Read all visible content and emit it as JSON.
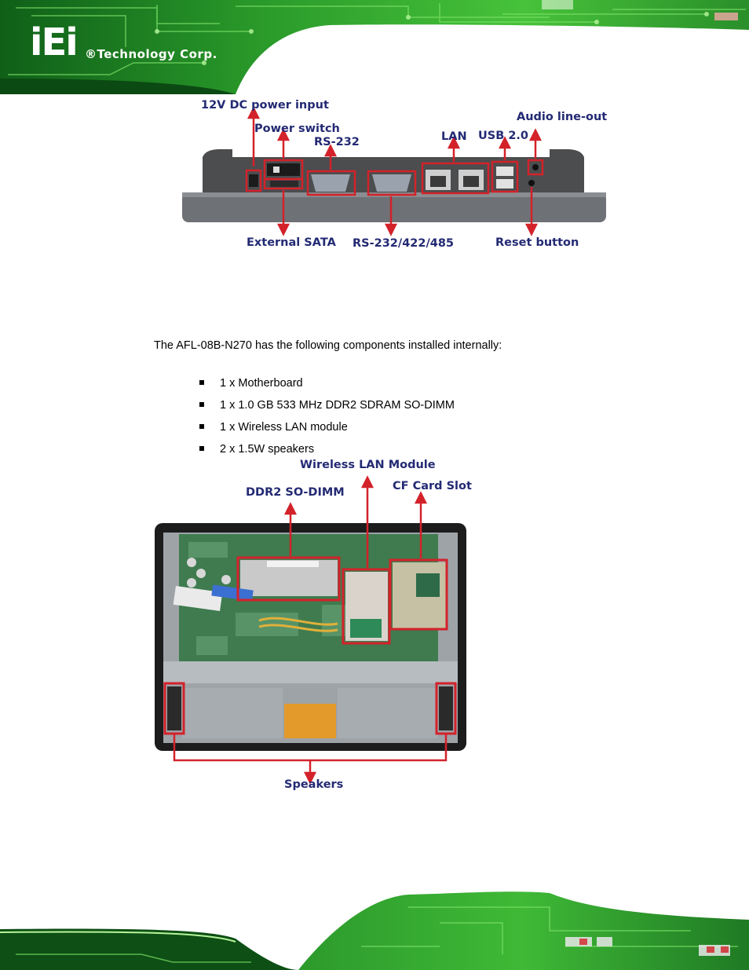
{
  "header": {
    "logo_text": "iEi",
    "company": "®Technology Corp."
  },
  "figure1": {
    "callouts": {
      "dc_power": "12V DC power input",
      "power_switch": "Power switch",
      "rs232": "RS-232",
      "lan": "LAN",
      "usb": "USB 2.0",
      "audio": "Audio line-out",
      "esata": "External SATA",
      "rs232_422_485": "RS-232/422/485",
      "reset": "Reset button"
    }
  },
  "body": {
    "intro": "The AFL-08B-N270 has the following components installed internally:",
    "items": [
      "1 x Motherboard",
      "1 x 1.0 GB 533 MHz DDR2 SDRAM SO-DIMM",
      "1 x Wireless LAN module",
      "2 x 1.5W speakers"
    ]
  },
  "figure2": {
    "callouts": {
      "wlan": "Wireless LAN Module",
      "ddr2": "DDR2 SO-DIMM",
      "cf": "CF Card Slot",
      "speakers": "Speakers"
    }
  },
  "colors": {
    "pcb_green": "#2fa42a",
    "pcb_dark": "#0d5a14",
    "callout_blue": "#232a73",
    "highlight_red": "#d3222a"
  }
}
